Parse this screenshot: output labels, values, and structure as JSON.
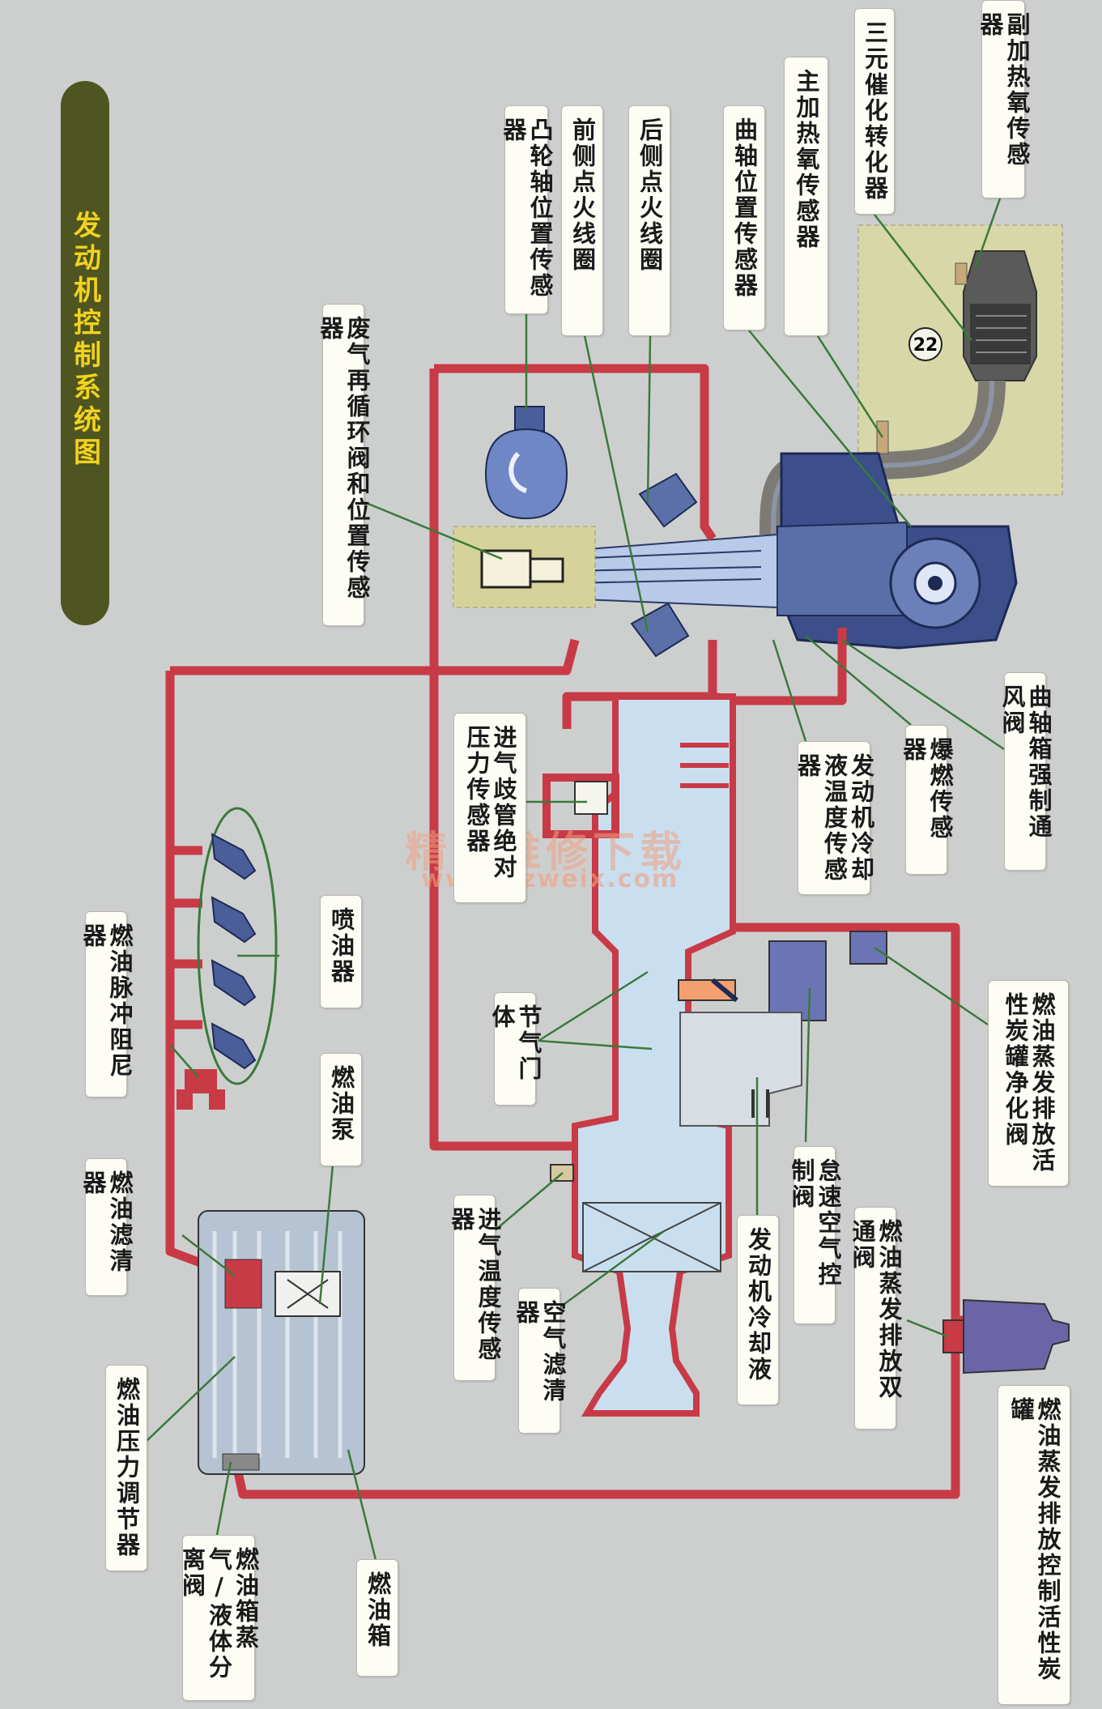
{
  "title": "发动机控制系统图",
  "watermark": {
    "cn": "精通维修下载",
    "url": "www.gzweix.com"
  },
  "circle_tag": "22",
  "colors": {
    "background": "#cdcfcf",
    "fuel_line": "#c83a46",
    "air": "#c9dff0",
    "leader": "#3a7a3a",
    "title_bg": "#4f5520",
    "title_text": "#f1d21e"
  },
  "labels": {
    "fu_yang": "副加热氧传感器",
    "san_yuan": "三元催化转化器",
    "zhu_yang": "主加热氧传感器",
    "qu_zhou_wz": "曲轴位置传感器",
    "hou_ce": "后侧点火线圈",
    "qian_ce": "前侧点火线圈",
    "tu_lun": "凸轮轴位置传感器",
    "egr": "废气再循环阀和位置传感器",
    "qu_zhou_xiang": "曲轴箱强制通风阀",
    "bao_ran": "爆燃传感器",
    "leng_que_wd": "发动机冷却液温度传感器",
    "jin_qi_yali": "进气歧管绝对压力传感器",
    "pen_you": "喷油器",
    "mai_chong": "燃油脉冲阻尼器",
    "jie_qi": "节气门体",
    "huo_xing_jh": "燃油蒸发排放活性炭罐净化阀",
    "ran_you_beng": "燃油泵",
    "dai_su": "怠速空气控制阀",
    "lv_qing": "燃油滤清器",
    "jin_qi_wd": "进气温度传感器",
    "leng_que_ye": "发动机冷却液",
    "shuang_tong": "燃油蒸发排放双通阀",
    "kong_qi_lq": "空气滤清器",
    "yali_tj": "燃油压力调节器",
    "fen_li": "燃油箱蒸气/液体分离阀",
    "you_xiang": "燃油箱",
    "tan_guan": "燃油蒸发排放控制活性炭罐"
  }
}
